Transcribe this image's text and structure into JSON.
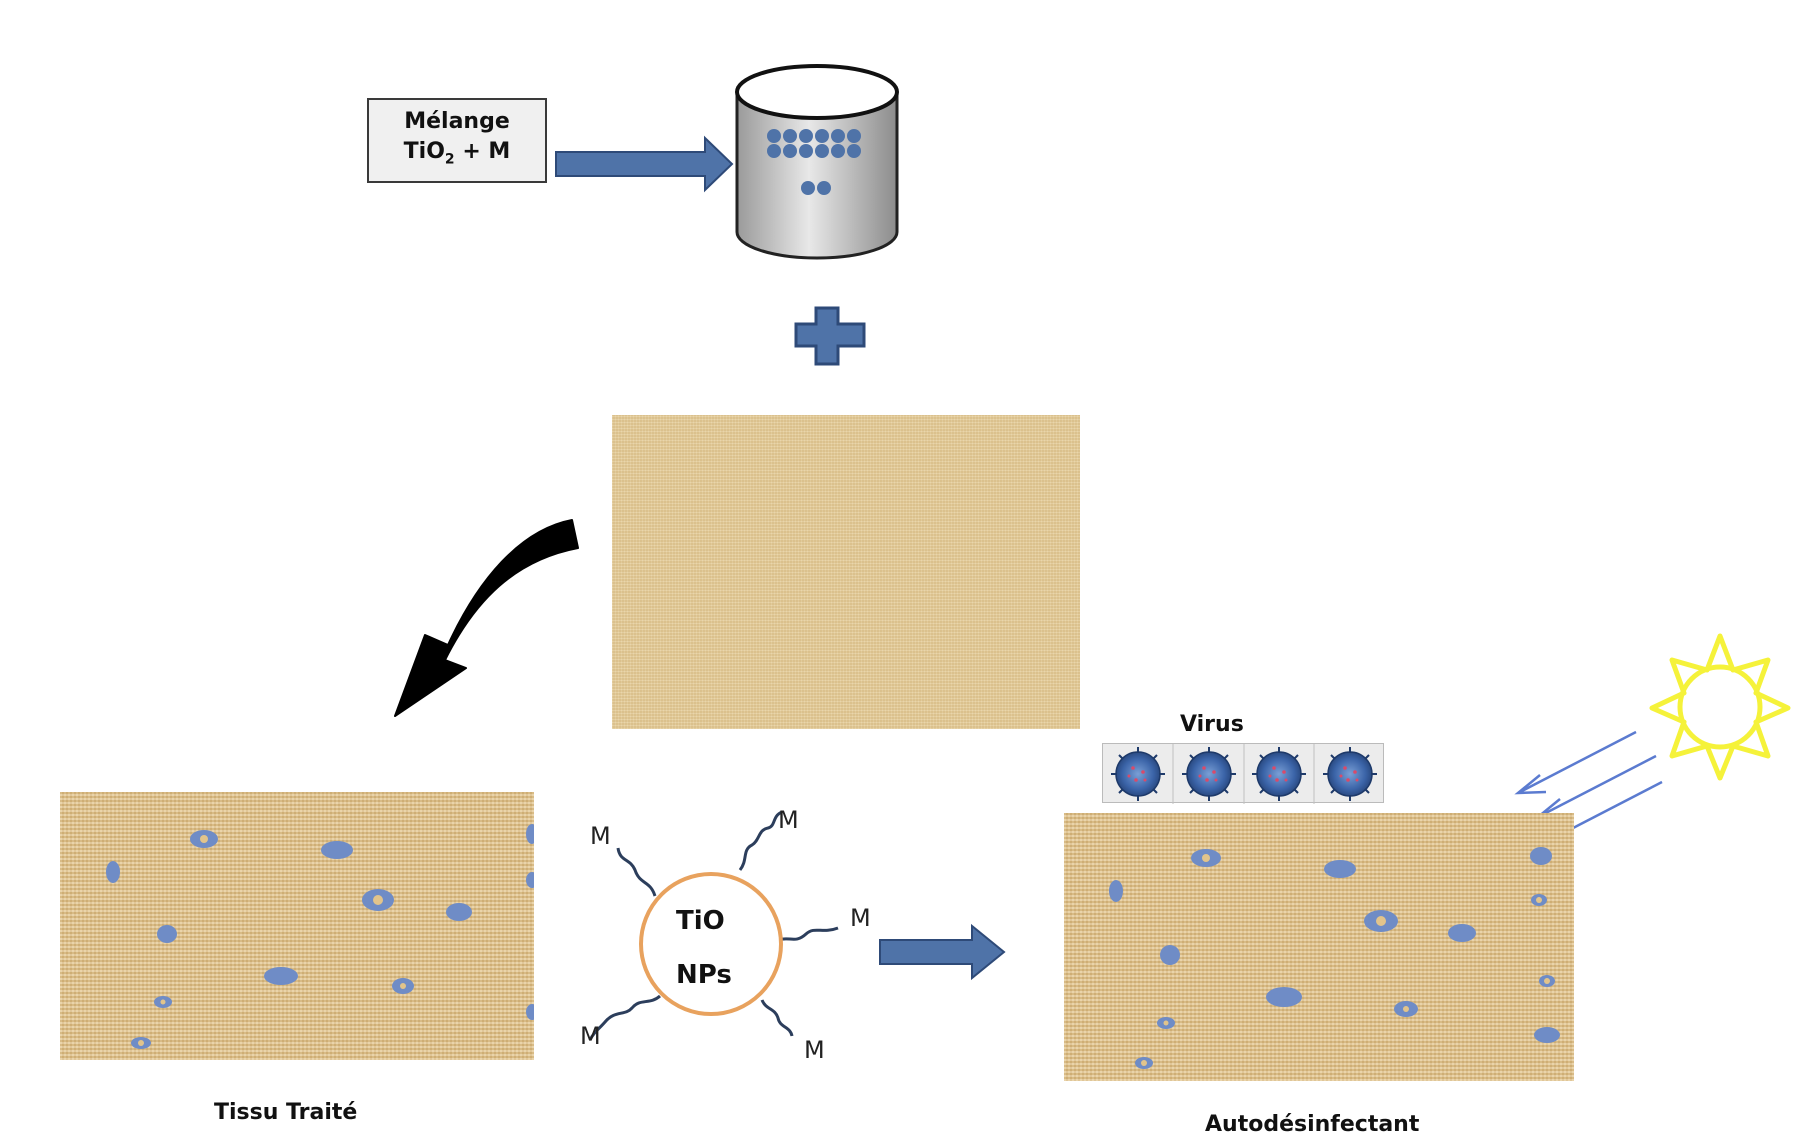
{
  "mixture_box": {
    "line1": "Mélange",
    "line2_a": "TiO",
    "line2_sub": "2",
    "line2_b": " + M"
  },
  "nanoparticle": {
    "line1": "TiO",
    "line2": "NPs",
    "ligand_label": "M"
  },
  "labels": {
    "treated": "Tissu Traité",
    "virus": "Virus",
    "result": "Autodésinfectant"
  },
  "colors": {
    "arrow_blue": "#4f73a8",
    "dot_blue": "#6f8cc6",
    "sun_yellow": "#f5f23a",
    "np_ring": "#e8a25e",
    "ligand": "#2c3e5c"
  }
}
